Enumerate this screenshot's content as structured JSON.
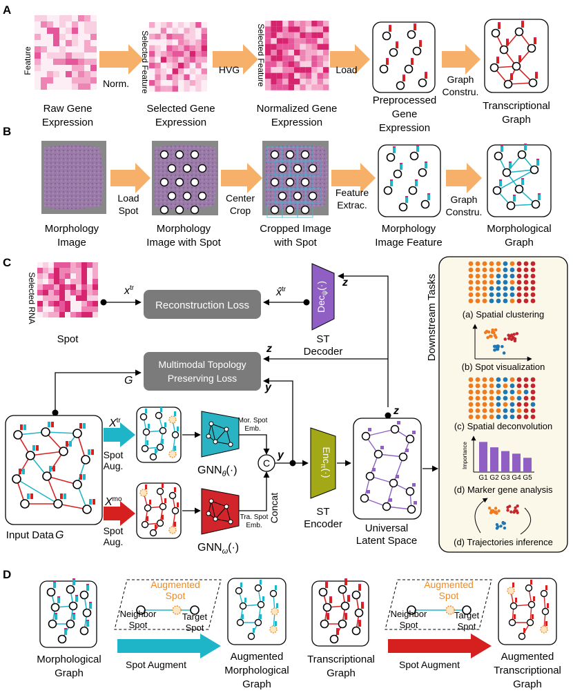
{
  "panels": {
    "a": {
      "letter": "A",
      "raw_axis": "Feature",
      "raw_label_1": "Raw Gene",
      "raw_label_2": "Expression",
      "sel_axis": "Selected Feature",
      "sel_label_1": "Selected Gene",
      "sel_label_2": "Expression",
      "norm_axis": "Selected Feature",
      "norm_label_1": "Normalized Gene",
      "norm_label_2": "Expression",
      "pre_label_1": "Preprocessed",
      "pre_label_2": "Gene",
      "pre_label_3": "Expression",
      "graph_label_1": "Transcriptional",
      "graph_label_2": "Graph",
      "arrow1": "Norm.",
      "arrow2": "HVG",
      "arrow3": "Load",
      "arrow4_1": "Graph",
      "arrow4_2": "Constru."
    },
    "b": {
      "letter": "B",
      "img1_1": "Morphology",
      "img1_2": "Image",
      "img2_1": "Morphology",
      "img2_2": "Image with Spot",
      "img3_1": "Cropped Image",
      "img3_2": "with Spot",
      "img4_1": "Morphology",
      "img4_2": "Image Feature",
      "img5_1": "Morphological",
      "img5_2": "Graph",
      "arrow1_1": "Load",
      "arrow1_2": "Spot",
      "arrow2_1": "Center",
      "arrow2_2": "Crop",
      "arrow3_1": "Feature",
      "arrow3_2": "Extrac.",
      "arrow4_1": "Graph",
      "arrow4_2": "Constru."
    },
    "c": {
      "letter": "C",
      "sel_rna": "Selected RNA",
      "spot": "Spot",
      "x_tr": "x",
      "x_tr_sup": "tr",
      "x_hat": "x̂",
      "x_hat_sup": "tr",
      "recon_loss": "Reconstruction Loss",
      "decoder_fn": "Dec",
      "decoder_sub": "ψ",
      "decoder_arg": "(·)",
      "decoder_label_1": "ST",
      "decoder_label_2": "Decoder",
      "z1": "z",
      "z2": "z",
      "z3": "z",
      "topo_loss_1": "Multimodal Topology",
      "topo_loss_2": "Preserving  Loss",
      "G": "G",
      "y1": "y",
      "y2": "y",
      "X_tr": "X",
      "X_tr_sup": "tr",
      "X_mo": "X",
      "X_mo_sup": "mo",
      "spot_aug_1": "Spot",
      "spot_aug_2": "Aug.",
      "spot_aug_3": "Spot",
      "spot_aug_4": "Aug.",
      "gnn_theta": "GNN",
      "gnn_theta_sub": "θ",
      "gnn_theta_arg": "(·)",
      "gnn_omega": "GNN",
      "gnn_omega_sub": "ω",
      "gnn_omega_arg": "(·)",
      "mor_emb_1": "Mor. Spot",
      "mor_emb_2": "Emb.",
      "tra_emb_1": "Tra. Spot",
      "tra_emb_2": "Emb.",
      "concat_c": "C",
      "concat": "Concat",
      "encoder_fn": "Enc",
      "encoder_sub": "π",
      "encoder_arg": "(·)",
      "encoder_label_1": "ST",
      "encoder_label_2": "Encoder",
      "input_data": "Input Data ",
      "input_data_g": "G",
      "latent_1": "Universal",
      "latent_2": "Latent Space",
      "downstream": "Downstream Tasks",
      "task_a": "(a) Spatial clustering",
      "task_b": "(b) Spot visualization",
      "task_c": "(c) Spatial deconvolution",
      "task_d": "(d) Marker gene analysis",
      "task_e": "(d) Trajectories inference",
      "importance": "Importance",
      "gene_labels": [
        "G1",
        "G2",
        "G3",
        "G4",
        "G5"
      ],
      "marker_importance": [
        0.95,
        0.78,
        0.66,
        0.58,
        0.45
      ]
    },
    "d": {
      "letter": "D",
      "morph_1": "Morphological",
      "morph_2": "Graph",
      "aug_spot_1": "Augmented",
      "aug_spot_2": "Spot",
      "neighbor_1": "Neighbor",
      "neighbor_2": "Spot",
      "target_1": "Target",
      "target_2": "Spot",
      "spot_augment_1": "Spot Augment",
      "aug_morph_1": "Augmented",
      "aug_morph_2": "Morphological",
      "aug_morph_3": "Graph",
      "trans_1": "Transcriptional",
      "trans_2": "Graph",
      "aug_spot2_1": "Augmented",
      "aug_spot2_2": "Spot",
      "neighbor2_1": "Neighbor",
      "neighbor2_2": "Spot",
      "target2_1": "Target",
      "target2_2": "Spot",
      "spot_augment_2": "Spot Augment",
      "aug_trans_1": "Augmented",
      "aug_trans_2": "Transcriptional",
      "aug_trans_3": "Graph"
    }
  },
  "colors": {
    "pink_dark": "#d6246e",
    "pink_mid": "#ee84b3",
    "pink_light": "#fbe0ec",
    "orange_arrow": "#f7b06a",
    "cyan": "#1fb5c9",
    "red": "#d62020",
    "gray_box": "#7b7b7b",
    "purple": "#8f5fc4",
    "olive": "#a3a817",
    "gnn_theta": "#29b3c3",
    "gnn_omega": "#d1242b",
    "panel_bg": "#fbf8ea",
    "orange_dot": "#f07a1e",
    "blue_dot": "#1f77b4",
    "red_dot": "#c4262e",
    "aug_orange": "#f08a1c"
  }
}
